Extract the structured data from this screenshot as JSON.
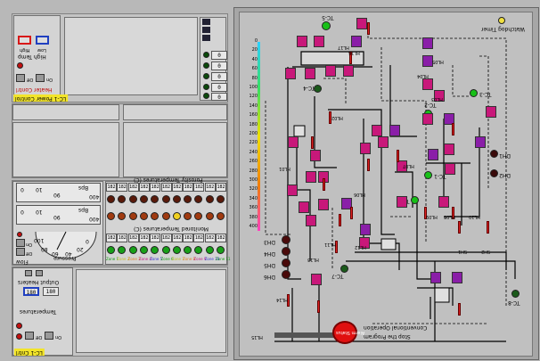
{
  "colors": {
    "background": "#b8b8b8",
    "panel": "#c4c4c4",
    "label_yellow": "#f2e42a",
    "alarm_red": "#d81818",
    "led_green": "#18c018",
    "tag_magenta": "#c8187a",
    "tag_purple": "#8a1ea8"
  },
  "left_top": {
    "title": "LC-1 Power Control",
    "power_label": "Heater Contrl",
    "high_temp": "High Temp",
    "off": "Off",
    "on": "On",
    "low": "Low",
    "high": "High",
    "digits": [
      "0",
      "0",
      "0",
      "0",
      "0"
    ]
  },
  "left_bottom": {
    "title": "LC-1 Cntrl",
    "temperatures": "Temperatures",
    "setpoint": "180",
    "actual": "180",
    "output_heaters": "Output Heaters",
    "off": "Off",
    "on": "On"
  },
  "gauges": {
    "g1": {
      "min": "0",
      "mid": "10",
      "max": "90",
      "label": "Bps"
    },
    "g2": {
      "min": "0",
      "mid": "10",
      "max": "90",
      "label": "Bps"
    },
    "dial": {
      "label": "Pressure",
      "ticks": [
        "0",
        "20",
        "40",
        "60",
        "80",
        "100"
      ]
    },
    "flow": "Flow",
    "off": "Off",
    "on": "On",
    "max1": "400",
    "max2": "400"
  },
  "temperature_row": {
    "label": "Porosity Temperatures (C)",
    "values": [
      "182",
      "182",
      "182",
      "182",
      "182",
      "182",
      "182",
      "182",
      "182",
      "182",
      "182"
    ],
    "bottom_values": [
      "182",
      "182",
      "182",
      "182",
      "182",
      "182",
      "182",
      "182",
      "182",
      "182",
      "182"
    ],
    "bottom_label": "Monitored Temperatures (C)",
    "zones": [
      "Zone 1",
      "Zone 2",
      "Zone 3",
      "Zone 4",
      "Zone 5",
      "Zone 6",
      "Zone 7",
      "Zone 8",
      "Zone 9",
      "Zone 10",
      "Zone 11"
    ]
  },
  "scale": [
    "0",
    "20",
    "40",
    "60",
    "80",
    "100",
    "120",
    "140",
    "160",
    "180",
    "200",
    "220",
    "240",
    "260",
    "280",
    "300",
    "320",
    "340",
    "360",
    "380",
    "400"
  ],
  "diagram": {
    "watchdog": "Watchdog Timer",
    "stop": "Stop the Program",
    "message": "Conventional Operation",
    "alarm": "Alarm Status",
    "labels": [
      "TC-5",
      "TC-4",
      "TC-3",
      "TC-2",
      "TC-1",
      "TC-6",
      "TC-7",
      "TC-8",
      "HL05",
      "HL04",
      "HL03",
      "HL02",
      "HL01",
      "HL06",
      "HL07",
      "HL08",
      "HL09",
      "HL10",
      "HL11",
      "HL12",
      "HL13",
      "HL14",
      "HL15",
      "HL16",
      "HL17",
      "DH1",
      "DH2",
      "DH3",
      "DH4",
      "DH5",
      "DH6",
      "SH1",
      "SH2"
    ]
  }
}
